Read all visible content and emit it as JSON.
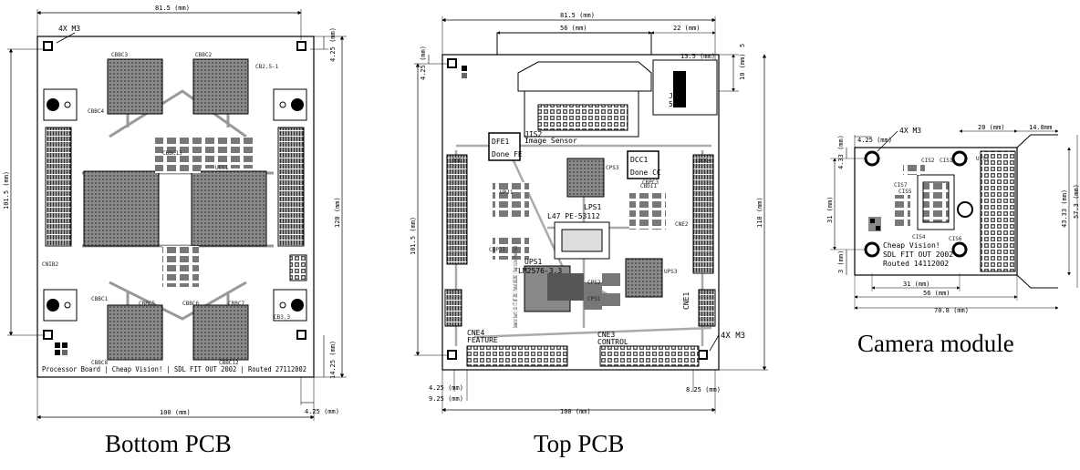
{
  "captions": {
    "bottom": "Bottom PCB",
    "top": "Top PCB",
    "camera": "Camera module"
  },
  "bottom_pcb": {
    "dims": {
      "width_top": "81.5 (mm)",
      "height_left": "101.5 (mm)",
      "height_right": "120 (mm)",
      "width_bottom": "100 (mm)",
      "margin_top": "4.25 (mm)",
      "margin_br1": "14.25 (mm)",
      "margin_br2": "4.25 (mm)"
    },
    "labels": {
      "mount": "4X M3",
      "footer": "Processor Board | Cheap Vision! | SDL FIT OUT 2002 | Routed 27112002"
    },
    "refs": [
      "CBBC3",
      "CBBC2",
      "CB2.5-1",
      "CBBC13",
      "UCC1",
      "CBBC4",
      "CNIB2",
      "CBBC1",
      "CB3.3",
      "CBBC5",
      "CBBC6",
      "CBBC7",
      "CBBC8",
      "CBBC12"
    ]
  },
  "top_pcb": {
    "dims": {
      "width_top": "81.5 (mm)",
      "connector_width": "56 (mm)",
      "connector_offset": "22 (mm)",
      "conn_h1": "13.5 (mm)",
      "conn_h2": "5",
      "conn_h3": "10 (mm)",
      "margin_top": "4.25 (mm)",
      "height_left": "101.5 (mm)",
      "height_right": "110 (mm)",
      "margin_bl": "4.25 (mm)",
      "margin_bl2": "9.25 (mm)",
      "margin_br": "8.25 (mm)",
      "width_bottom": "100 (mm)"
    },
    "labels": {
      "jps1": "JPS1",
      "jps1_v": "5V",
      "jis2": "JIS2",
      "image_sensor": "Image Sensor",
      "dfe1": "DFE1",
      "done_fe": "Done FE",
      "dcc1": "DCC1",
      "done_cc": "Done CC",
      "l47": "L47 PE-53112",
      "lps1": "LPS1",
      "ups1": "UPS1",
      "lm2576": "LM2576-3.3",
      "board_text": "Connector board | SDL FIT OUT 2002 | Routed 14112002 | Cheap Vision | Power board",
      "cne4": "CNE4",
      "feature": "FEATURE",
      "cne3": "CNE3",
      "control": "CONTROL",
      "cne1": "CNE1",
      "mount": "4X M3"
    },
    "refs": [
      "CBBD1",
      "CBBC4",
      "CBDI1",
      "UPJ1",
      "CPS3",
      "UPS3",
      "CBPJ1",
      "CPS2",
      "CPS1",
      "CNE2",
      "CBPC3"
    ]
  },
  "camera": {
    "dims": {
      "margin_tl": "4.25 (mm)",
      "mount": "4X M3",
      "w20": "20 (mm)",
      "w148": "14.8mm",
      "h433": "4.33 (mm)",
      "h31": "31 (mm)",
      "h3": "3 (mm)",
      "w31": "31 (mm)",
      "w56": "56 (mm)",
      "w708": "70.8 (mm)",
      "h4333": "43.33 (mm)",
      "h57": "57.3 (mm)"
    },
    "labels": {
      "line1": "Cheap Vision!",
      "line2": "SDL FIT OUT 2002",
      "line3": "Routed 14112002"
    },
    "refs": [
      "CIS2",
      "CIS1",
      "CIS7",
      "CIS5",
      "CIS6",
      "U1S1",
      "CIS4"
    ]
  }
}
